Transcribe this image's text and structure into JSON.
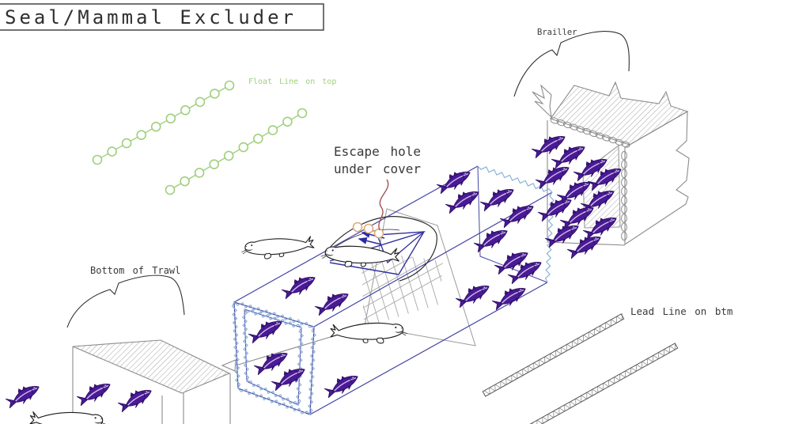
{
  "title": "Seal/Mammal Excluder",
  "labels": {
    "float_line": "Float Line on top",
    "brailler": "Brailler",
    "escape_hole": {
      "line1": "Escape hole",
      "line2": "under cover"
    },
    "bottom_of_trawl": "Bottom of Trawl",
    "lead_line": "Lead Line on btm"
  },
  "counts": {
    "fish": 30,
    "seals": 4,
    "float_ring_chains": 2,
    "float_rings_per_chain": 10,
    "escape_hole_floats": 3,
    "lead_lines": 2
  },
  "colors": {
    "background": "#ffffff",
    "title_text": "#2f2f2f",
    "label_text": "#3a3a3a",
    "float_line_green": "#9fd07c",
    "net_blue": "#4444a6",
    "mesh_edge_light_blue": "#8fb5da",
    "fish_purple": "#4a1a95",
    "fish_outline": "#2c0d63",
    "escape_leader_red": "#9e4a4a",
    "escape_float_orange": "#dcab7d",
    "structure_gray": "#8b8b8b",
    "grid_gray": "#a8a8a8",
    "seal_ink": "#1c1c1c"
  }
}
